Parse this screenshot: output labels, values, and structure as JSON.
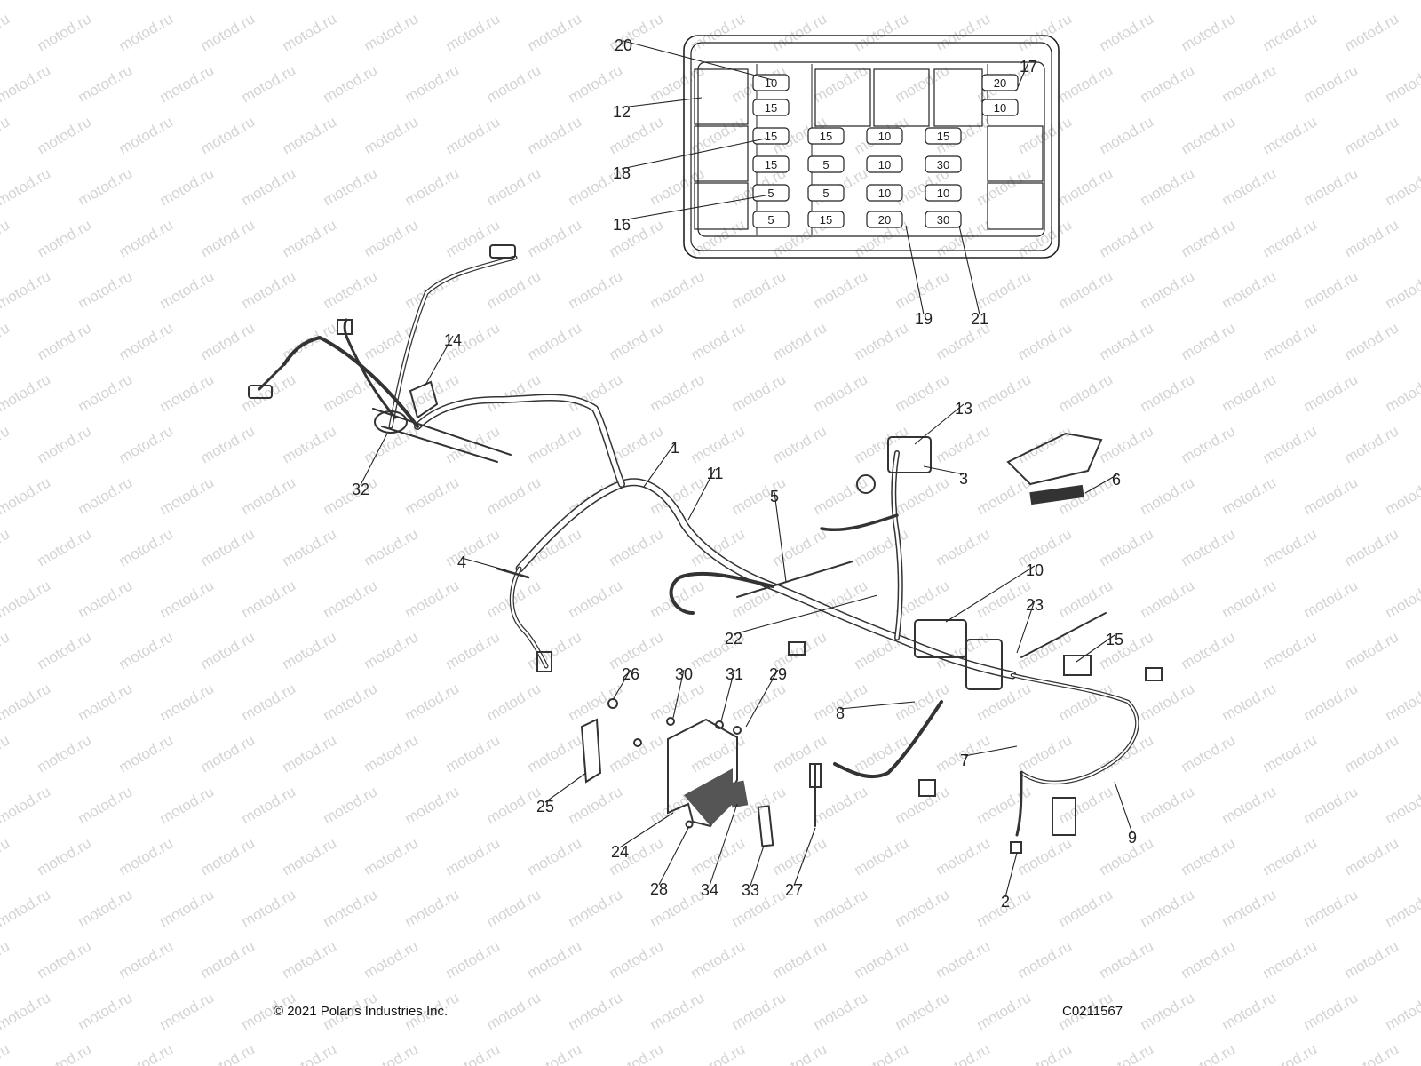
{
  "watermark": {
    "text": "motod.ru",
    "color": "#d4d4d4"
  },
  "fuse_box": {
    "fuses": [
      {
        "label": "10",
        "col": 0,
        "row": 0
      },
      {
        "label": "15",
        "col": 0,
        "row": 1
      },
      {
        "label": "15",
        "col": 0,
        "row": 2
      },
      {
        "label": "15",
        "col": 0,
        "row": 3
      },
      {
        "label": "5",
        "col": 0,
        "row": 4
      },
      {
        "label": "5",
        "col": 0,
        "row": 5
      },
      {
        "label": "15",
        "col": 1,
        "row": 2
      },
      {
        "label": "5",
        "col": 1,
        "row": 3
      },
      {
        "label": "5",
        "col": 1,
        "row": 4
      },
      {
        "label": "15",
        "col": 1,
        "row": 5
      },
      {
        "label": "10",
        "col": 2,
        "row": 2
      },
      {
        "label": "10",
        "col": 2,
        "row": 3
      },
      {
        "label": "10",
        "col": 2,
        "row": 4
      },
      {
        "label": "20",
        "col": 2,
        "row": 5
      },
      {
        "label": "15",
        "col": 3,
        "row": 2
      },
      {
        "label": "30",
        "col": 3,
        "row": 3
      },
      {
        "label": "10",
        "col": 3,
        "row": 4
      },
      {
        "label": "30",
        "col": 3,
        "row": 5
      },
      {
        "label": "20",
        "col": 4,
        "row": 0
      },
      {
        "label": "10",
        "col": 4,
        "row": 1
      }
    ]
  },
  "callouts": [
    {
      "num": "1"
    },
    {
      "num": "2"
    },
    {
      "num": "3"
    },
    {
      "num": "4"
    },
    {
      "num": "5"
    },
    {
      "num": "6"
    },
    {
      "num": "7"
    },
    {
      "num": "8"
    },
    {
      "num": "9"
    },
    {
      "num": "10"
    },
    {
      "num": "11"
    },
    {
      "num": "12"
    },
    {
      "num": "13"
    },
    {
      "num": "14"
    },
    {
      "num": "15"
    },
    {
      "num": "16"
    },
    {
      "num": "17"
    },
    {
      "num": "18"
    },
    {
      "num": "19"
    },
    {
      "num": "20"
    },
    {
      "num": "21"
    },
    {
      "num": "22"
    },
    {
      "num": "23"
    },
    {
      "num": "24"
    },
    {
      "num": "25"
    },
    {
      "num": "26"
    },
    {
      "num": "27"
    },
    {
      "num": "28"
    },
    {
      "num": "29"
    },
    {
      "num": "30"
    },
    {
      "num": "31"
    },
    {
      "num": "32"
    },
    {
      "num": "33"
    },
    {
      "num": "34"
    }
  ],
  "footer": {
    "copyright": "© 2021 Polaris Industries Inc.",
    "diagram_id": "C0211567"
  }
}
